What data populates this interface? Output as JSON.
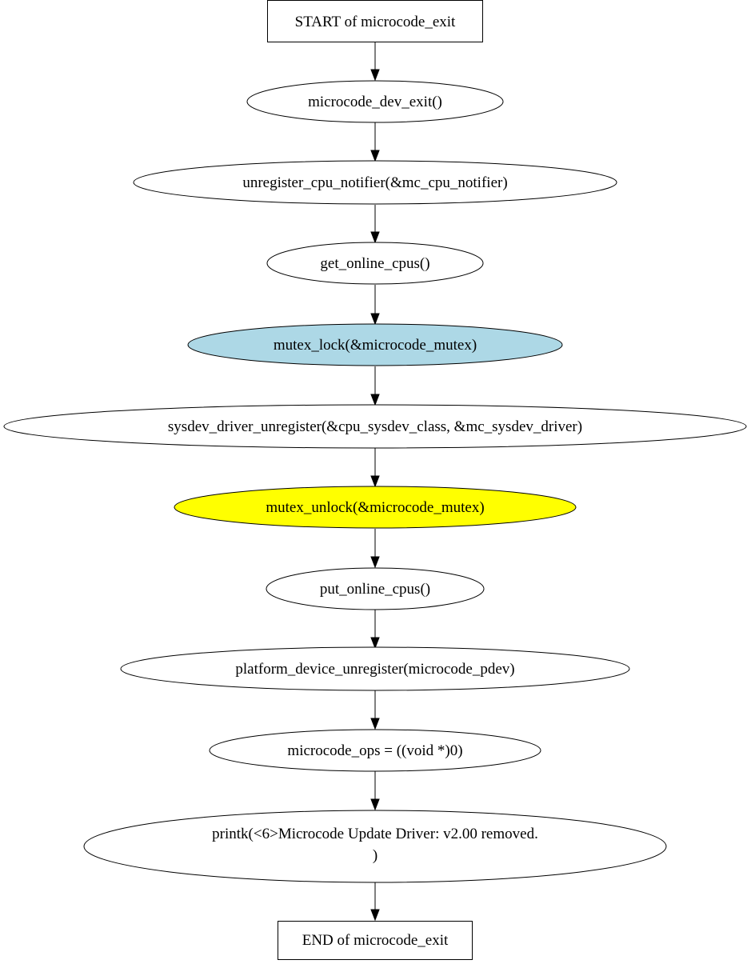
{
  "flowchart": {
    "nodes": [
      {
        "id": "start",
        "shape": "box",
        "label": "START of microcode_exit",
        "fill": "#ffffff"
      },
      {
        "id": "n1",
        "shape": "ellipse",
        "label": "microcode_dev_exit()",
        "fill": "#ffffff"
      },
      {
        "id": "n2",
        "shape": "ellipse",
        "label": "unregister_cpu_notifier(&mc_cpu_notifier)",
        "fill": "#ffffff"
      },
      {
        "id": "n3",
        "shape": "ellipse",
        "label": "get_online_cpus()",
        "fill": "#ffffff"
      },
      {
        "id": "n4",
        "shape": "ellipse",
        "label": "mutex_lock(&microcode_mutex)",
        "fill": "#add8e6"
      },
      {
        "id": "n5",
        "shape": "ellipse",
        "label": "sysdev_driver_unregister(&cpu_sysdev_class, &mc_sysdev_driver)",
        "fill": "#ffffff"
      },
      {
        "id": "n6",
        "shape": "ellipse",
        "label": "mutex_unlock(&microcode_mutex)",
        "fill": "#ffff00"
      },
      {
        "id": "n7",
        "shape": "ellipse",
        "label": "put_online_cpus()",
        "fill": "#ffffff"
      },
      {
        "id": "n8",
        "shape": "ellipse",
        "label": "platform_device_unregister(microcode_pdev)",
        "fill": "#ffffff"
      },
      {
        "id": "n9",
        "shape": "ellipse",
        "label": "microcode_ops = ((void *)0)",
        "fill": "#ffffff"
      },
      {
        "id": "n10",
        "shape": "ellipse",
        "label": [
          "printk(<6>Microcode Update Driver: v2.00 removed.",
          ")"
        ],
        "fill": "#ffffff"
      },
      {
        "id": "end",
        "shape": "box",
        "label": "END of microcode_exit",
        "fill": "#ffffff"
      }
    ],
    "edges": [
      [
        "start",
        "n1"
      ],
      [
        "n1",
        "n2"
      ],
      [
        "n2",
        "n3"
      ],
      [
        "n3",
        "n4"
      ],
      [
        "n4",
        "n5"
      ],
      [
        "n5",
        "n6"
      ],
      [
        "n6",
        "n7"
      ],
      [
        "n7",
        "n8"
      ],
      [
        "n8",
        "n9"
      ],
      [
        "n9",
        "n10"
      ],
      [
        "n10",
        "end"
      ]
    ]
  }
}
